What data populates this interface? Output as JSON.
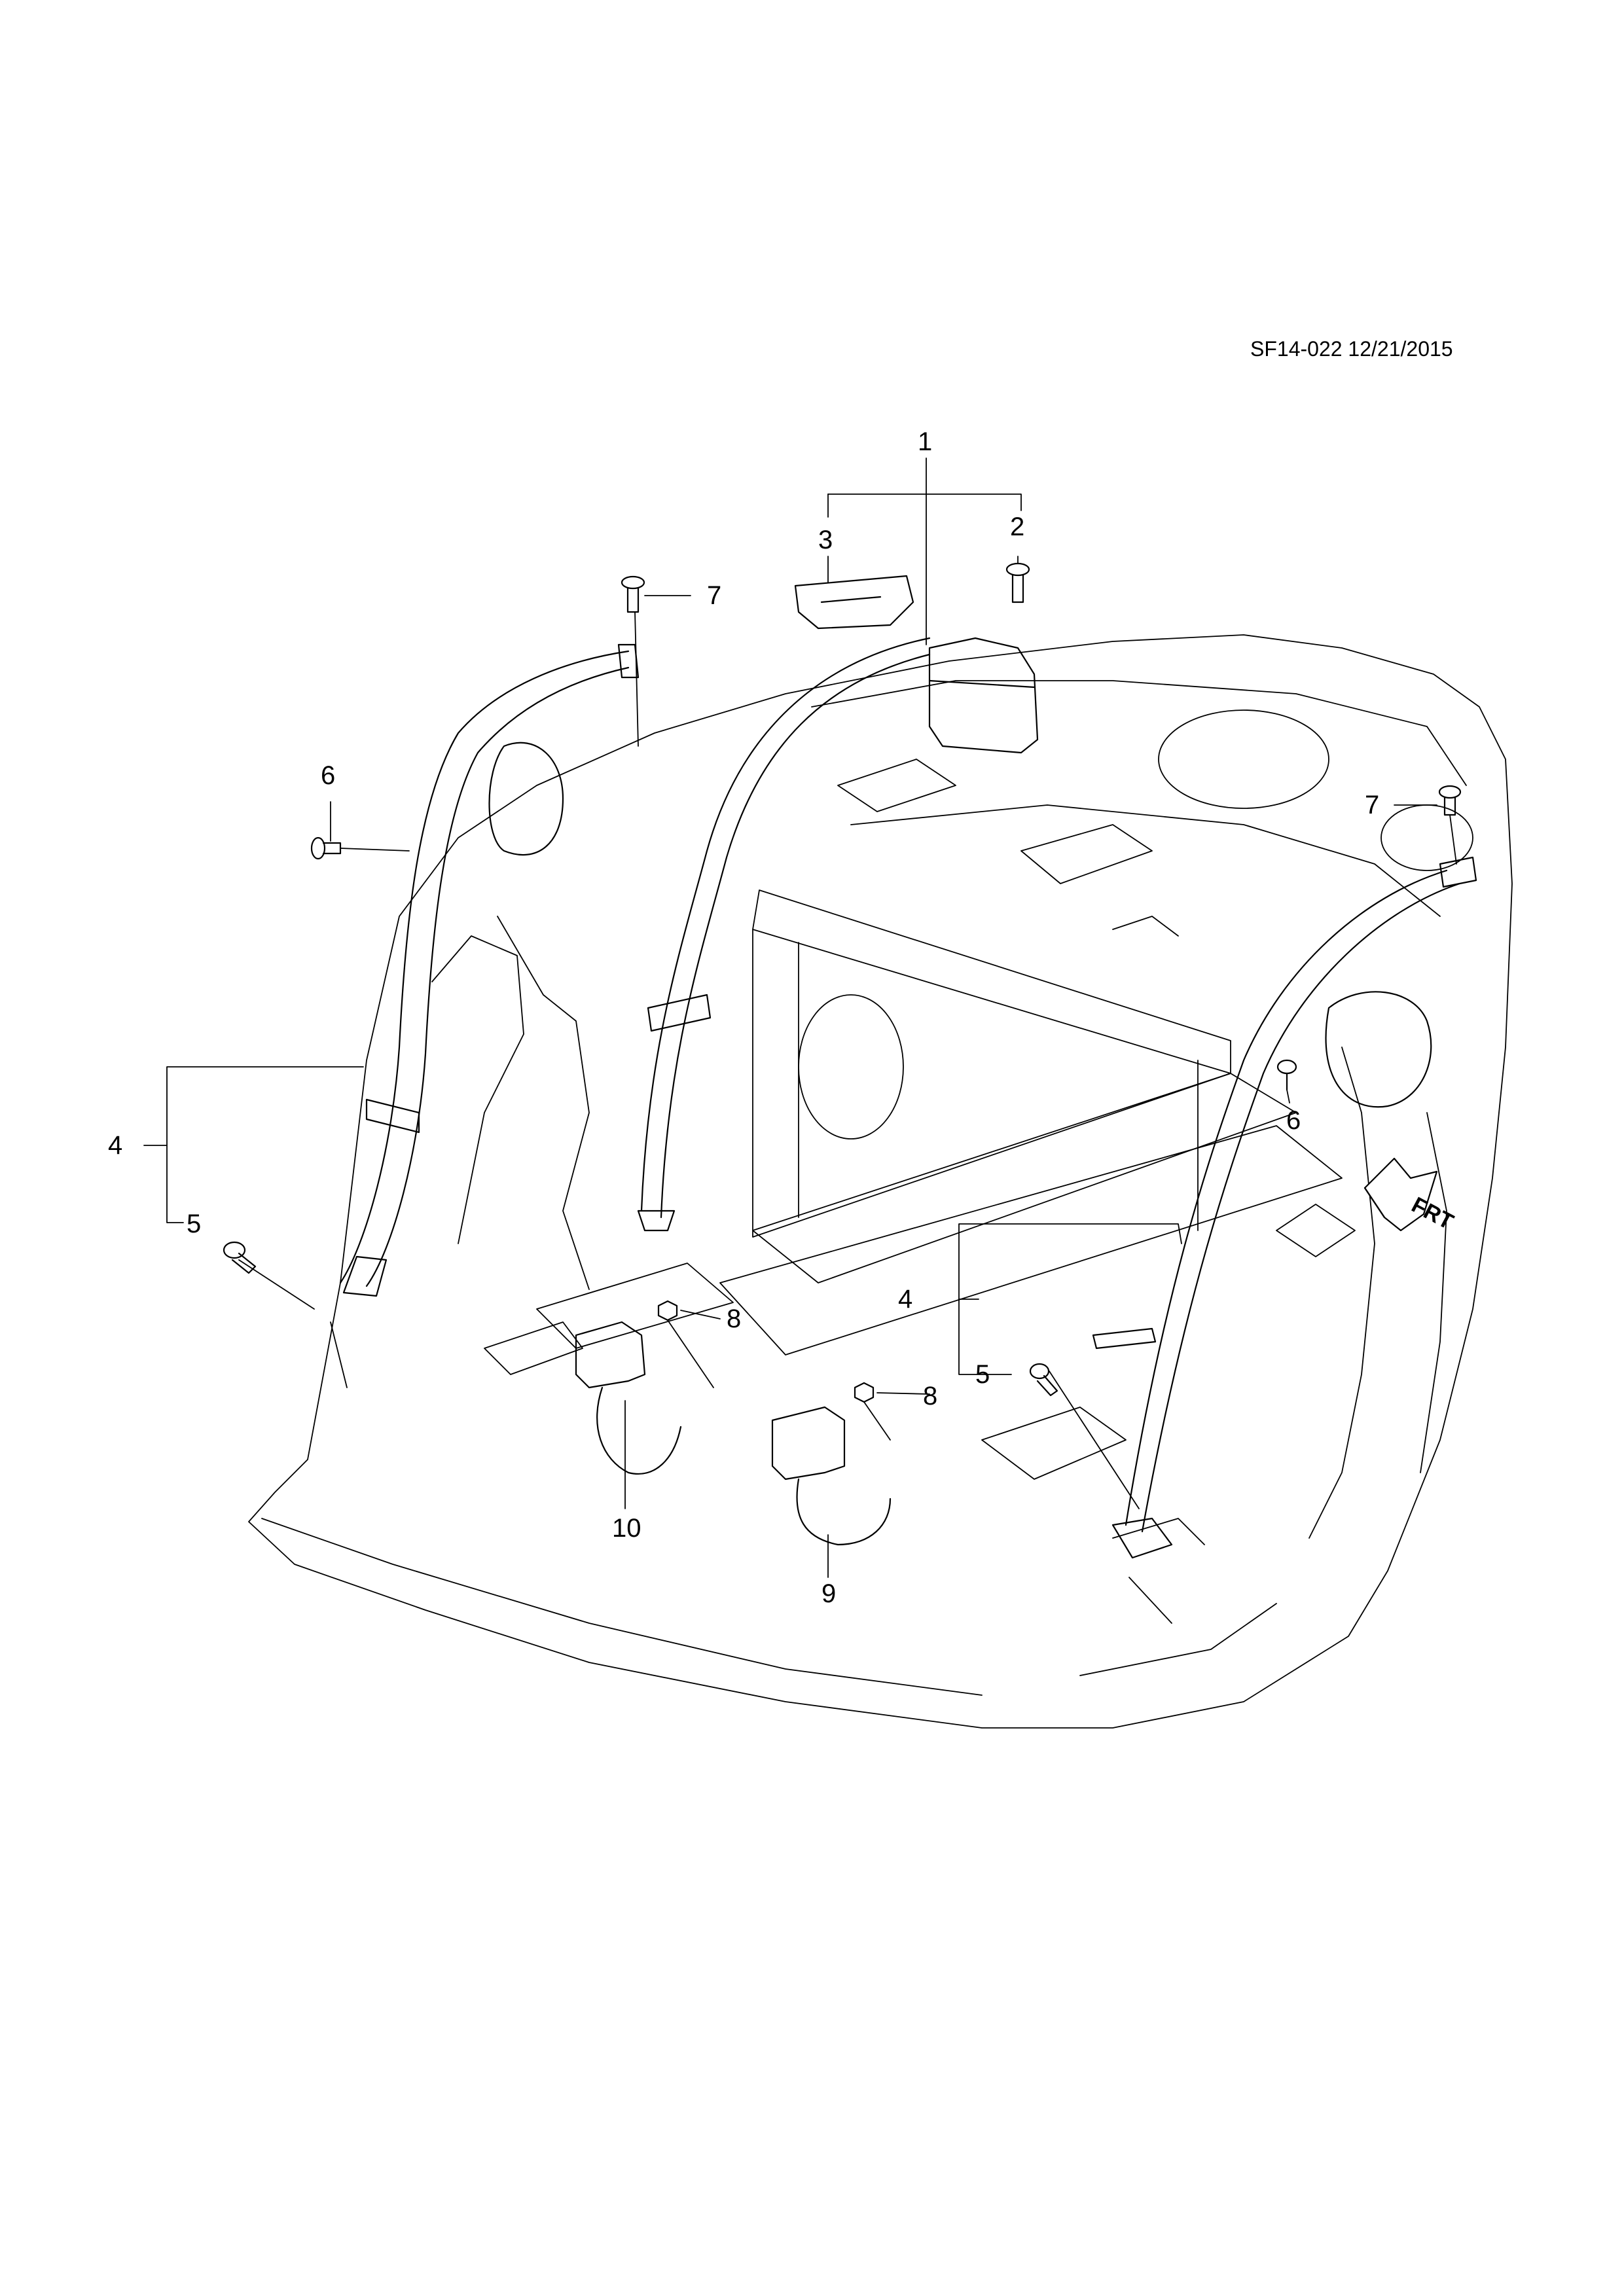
{
  "drawing_code": "SF14-022 12/21/2015",
  "front_marker": "FRT",
  "callouts": [
    {
      "id": "c1",
      "text": "1"
    },
    {
      "id": "c2",
      "text": "2"
    },
    {
      "id": "c3",
      "text": "3"
    },
    {
      "id": "c4a",
      "text": "4"
    },
    {
      "id": "c4b",
      "text": "4"
    },
    {
      "id": "c5a",
      "text": "5"
    },
    {
      "id": "c5b",
      "text": "5"
    },
    {
      "id": "c6a",
      "text": "6"
    },
    {
      "id": "c6b",
      "text": "6"
    },
    {
      "id": "c7a",
      "text": "7"
    },
    {
      "id": "c7b",
      "text": "7"
    },
    {
      "id": "c8a",
      "text": "8"
    },
    {
      "id": "c8b",
      "text": "8"
    },
    {
      "id": "c9",
      "text": "9"
    },
    {
      "id": "c10",
      "text": "10"
    }
  ],
  "colors": {
    "line": "#000000",
    "background": "#ffffff"
  }
}
